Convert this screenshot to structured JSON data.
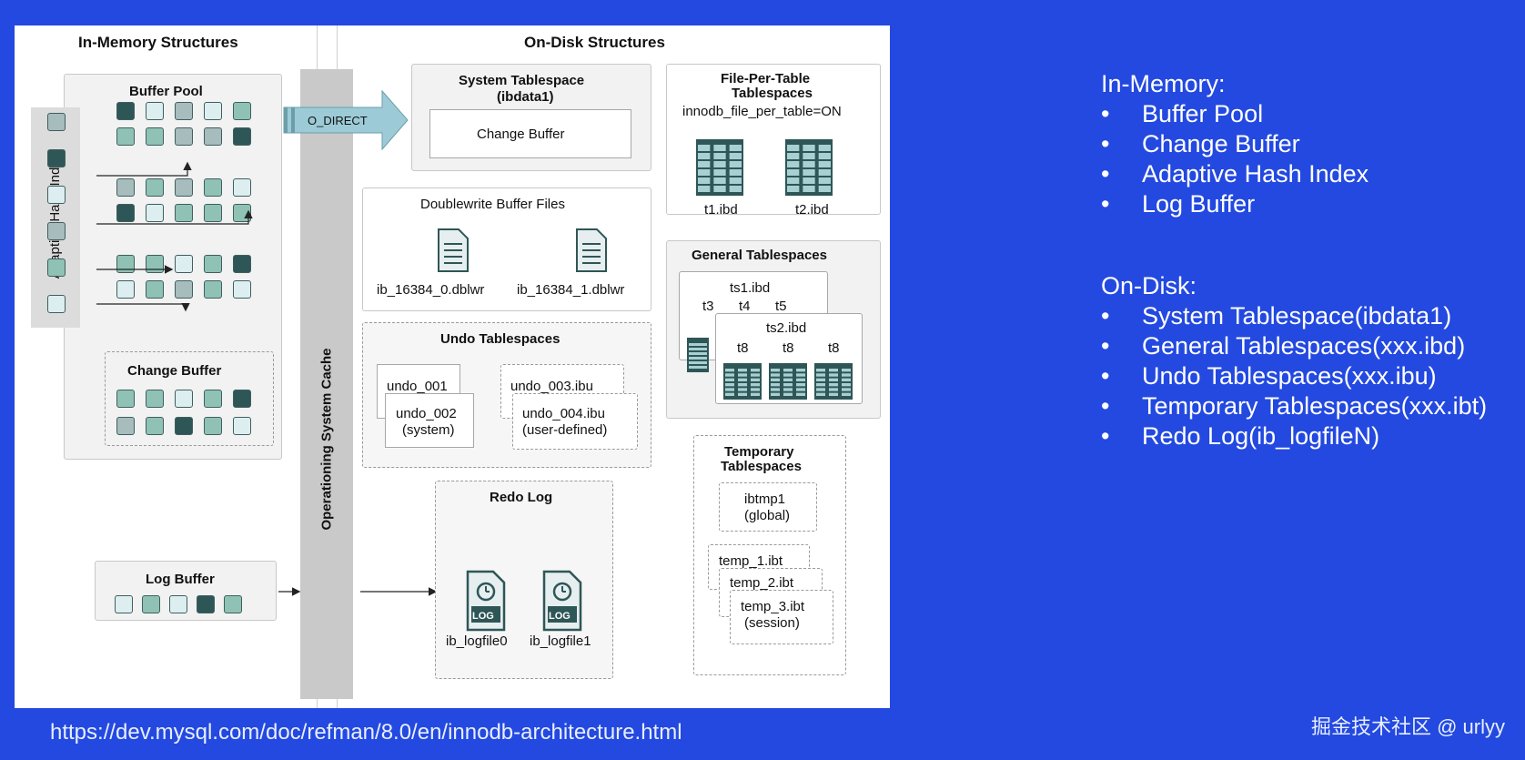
{
  "in_memory": {
    "heading": "In-Memory Structures",
    "buffer_pool": "Buffer Pool",
    "adaptive_hash_index": "Adaptive Hash Index",
    "change_buffer": "Change Buffer",
    "log_buffer": "Log Buffer"
  },
  "os_cache": {
    "label": "Operationing System Cache",
    "o_direct": "O_DIRECT"
  },
  "on_disk": {
    "heading": "On-Disk Structures",
    "system_tablespace": {
      "title": "System Tablespace",
      "subtitle": "(ibdata1)",
      "change_buffer": "Change Buffer"
    },
    "doublewrite": {
      "title": "Doublewrite Buffer Files",
      "files": [
        "ib_16384_0.dblwr",
        "ib_16384_1.dblwr"
      ]
    },
    "undo": {
      "title": "Undo Tablespaces",
      "undo_001": "undo_001",
      "undo_002": "undo_002",
      "undo_002_sub": "(system)",
      "undo_003": "undo_003.ibu",
      "undo_004": "undo_004.ibu",
      "undo_004_sub": "(user-defined)"
    },
    "redo": {
      "title": "Redo Log",
      "files": [
        "ib_logfile0",
        "ib_logfile1"
      ],
      "badge": "LOG"
    },
    "file_per_table": {
      "title": "File-Per-Table",
      "title2": "Tablespaces",
      "setting": "innodb_file_per_table=ON",
      "files": [
        "t1.ibd",
        "t2.ibd"
      ]
    },
    "general": {
      "title": "General Tablespaces",
      "ts1": "ts1.ibd",
      "ts1_tables": [
        "t3",
        "t4",
        "t5"
      ],
      "ts2": "ts2.ibd",
      "ts2_tables": [
        "t8",
        "t8",
        "t8"
      ]
    },
    "temporary": {
      "title": "Temporary",
      "title2": "Tablespaces",
      "ibtmp1": "ibtmp1",
      "ibtmp1_sub": "(global)",
      "temp1": "temp_1.ibt",
      "temp2": "temp_2.ibt",
      "temp3": "temp_3.ibt",
      "temp3_sub": "(session)"
    }
  },
  "summary": {
    "in_memory_heading": "In-Memory:",
    "in_memory_items": [
      "Buffer Pool",
      "Change Buffer",
      "Adaptive Hash Index",
      "Log Buffer"
    ],
    "on_disk_heading": "On-Disk:",
    "on_disk_items": [
      "System Tablespace(ibdata1)",
      "General Tablespaces(xxx.ibd)",
      "Undo Tablespaces(xxx.ibu)",
      "Temporary Tablespaces(xxx.ibt)",
      "Redo Log(ib_logfileN)"
    ]
  },
  "source_url": "https://dev.mysql.com/doc/refman/8.0/en/innodb-architecture.html",
  "watermark": "掘金技术社区 @ urlyy",
  "colors": {
    "background": "#2349e0",
    "dark_cell": "#2f5656",
    "mid_cell": "#8fc2b4",
    "gray_cell": "#a7bcbd",
    "light_cell": "#ddeef0",
    "page_cell": "#d4e9df"
  }
}
